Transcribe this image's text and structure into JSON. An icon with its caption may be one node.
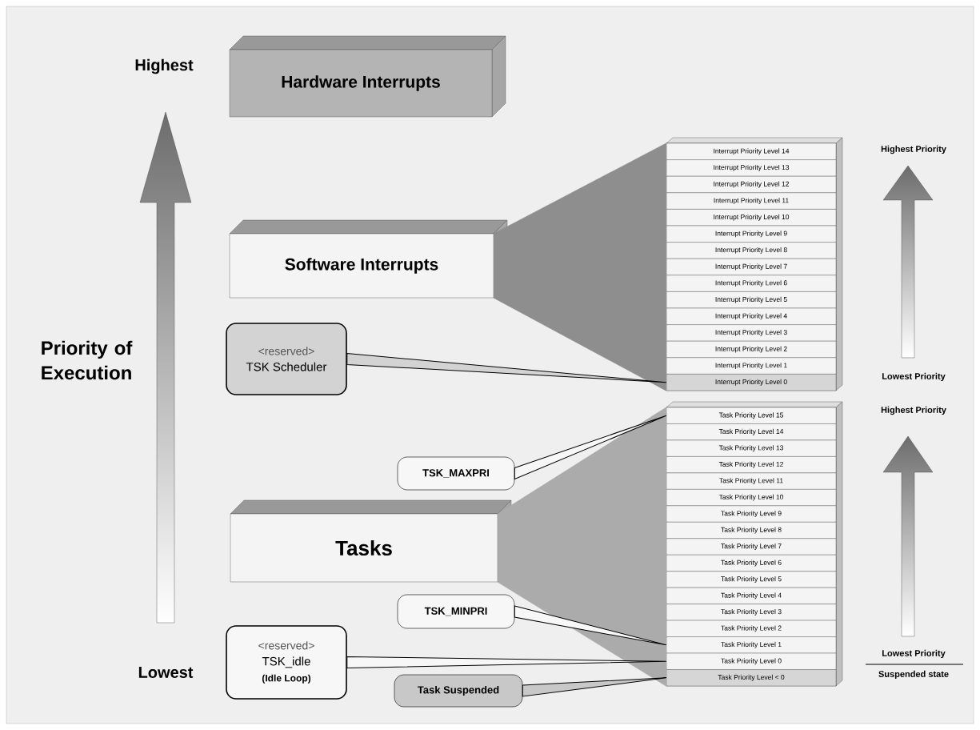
{
  "diagram": {
    "nodes": [
      {
        "text": [
          "Hardware Interrupts"
        ]
      },
      {
        "text": [
          "Software Interrupts"
        ]
      },
      {
        "text": [
          "<reserved>",
          "TSK Scheduler"
        ]
      },
      {
        "text": [],
        "shape": "box"
      },
      {
        "text": [
          "Interrupt Priority Level 14"
        ],
        "in": 3
      },
      {
        "text": [
          "Interrupt Priority Level 13"
        ],
        "in": 3
      },
      {
        "text": [
          "Interrupt Priority Level 12"
        ],
        "in": 3
      },
      {
        "text": [
          "Interrupt Priority Level 11"
        ],
        "in": 3
      },
      {
        "text": [
          "Interrupt Priority Level 10"
        ],
        "in": 3
      },
      {
        "text": [
          "Interrupt Priority Level 9"
        ],
        "in": 3
      },
      {
        "text": [
          "Interrupt Priority Level 8"
        ],
        "in": 3
      },
      {
        "text": [
          "Interrupt Priority Level 7"
        ],
        "in": 3
      },
      {
        "text": [
          "Interrupt Priority Level 6"
        ],
        "in": 3
      },
      {
        "text": [
          "Interrupt Priority Level 5"
        ],
        "in": 3
      },
      {
        "text": [
          "Interrupt Priority Level 4"
        ],
        "in": 3
      },
      {
        "text": [
          "Interrupt Priority Level 3"
        ],
        "in": 3
      },
      {
        "text": [
          "Interrupt Priority Level 2"
        ],
        "in": 3
      },
      {
        "text": [
          "Interrupt Priority Level 1"
        ],
        "in": 3
      },
      {
        "text": [
          "Interrupt Priority Level 0"
        ],
        "in": 3
      },
      {
        "text": [
          "TSK_MAXPRI"
        ]
      },
      {
        "text": [
          "Tasks"
        ]
      },
      {
        "text": [
          "TSK_MINPRI"
        ]
      },
      {
        "text": [
          "<reserved>",
          "TSK_idle",
          "(Idle Loop)"
        ]
      },
      {
        "text": [
          "Task Suspended"
        ]
      },
      {
        "text": [],
        "shape": "box"
      },
      {
        "text": [
          "Task Priority Level 15"
        ],
        "in": 24
      },
      {
        "text": [
          "Task Priority Level 14"
        ],
        "in": 24
      },
      {
        "text": [
          "Task Priority Level 13"
        ],
        "in": 24
      },
      {
        "text": [
          "Task Priority Level 12"
        ],
        "in": 24
      },
      {
        "text": [
          "Task Priority Level 11"
        ],
        "in": 24
      },
      {
        "text": [
          "Task Priority Level 10"
        ],
        "in": 24
      },
      {
        "text": [
          "Task Priority Level 9"
        ],
        "in": 24
      },
      {
        "text": [
          "Task Priority Level 8"
        ],
        "in": 24
      },
      {
        "text": [
          "Task Priority Level 7"
        ],
        "in": 24
      },
      {
        "text": [
          "Task Priority Level 6"
        ],
        "in": 24
      },
      {
        "text": [
          "Task Priority Level 5"
        ],
        "in": 24
      },
      {
        "text": [
          "Task Priority Level 4"
        ],
        "in": 24
      },
      {
        "text": [
          "Task Priority Level 3"
        ],
        "in": 24
      },
      {
        "text": [
          "Task Priority Level 2"
        ],
        "in": 24
      },
      {
        "text": [
          "Task Priority Level 1"
        ],
        "in": 24
      },
      {
        "text": [
          "Task Priority Level 0"
        ],
        "in": 24
      },
      {
        "text": [
          "Task Priority Level < 0"
        ],
        "in": 24
      }
    ],
    "edges": [
      {
        "from": 1,
        "to": 3,
        "arrow": "none"
      },
      {
        "from": 2,
        "to": 18,
        "arrow": "none"
      },
      {
        "from": 20,
        "to": 24,
        "arrow": "none"
      },
      {
        "from": 19,
        "to": 25,
        "arrow": "none"
      },
      {
        "from": 21,
        "to": 39,
        "arrow": "none"
      },
      {
        "from": 22,
        "to": 40,
        "arrow": "none"
      },
      {
        "from": 23,
        "to": 41,
        "arrow": "none"
      }
    ],
    "labels": [
      "Highest",
      "Priority of Execution",
      "Lowest",
      "Highest Priority",
      "Lowest Priority",
      "Highest Priority",
      "Lowest Priority",
      "Suspended state"
    ]
  }
}
